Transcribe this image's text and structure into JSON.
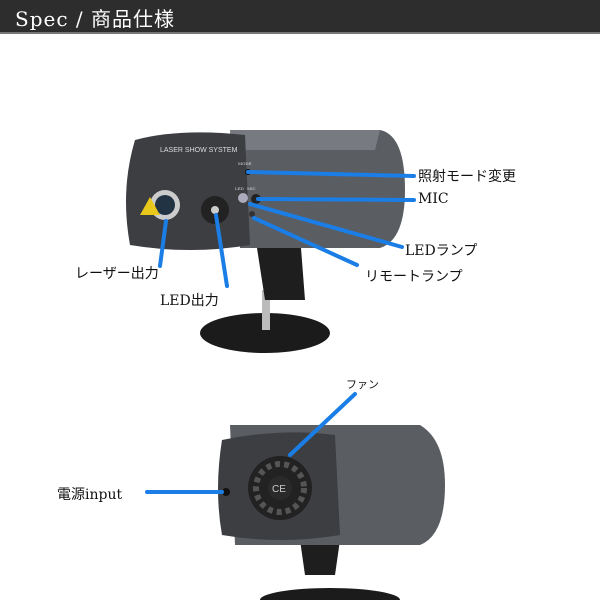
{
  "header": {
    "title": "Spec / 商品仕様"
  },
  "colors": {
    "header_bg": "#2d2d2d",
    "callout_line": "#1a7ee6",
    "device_body": "#4a4d52"
  },
  "device_top": {
    "panel_text": "LASER SHOW SYSTEM",
    "port_labels": [
      "MODE",
      "LED",
      "MIC"
    ],
    "callouts": [
      {
        "label": "照射モード変更"
      },
      {
        "label": "MIC"
      },
      {
        "label": "LEDランプ"
      },
      {
        "label": "リモートランプ"
      },
      {
        "label": "レーザー出力"
      },
      {
        "label": "LED出力"
      }
    ]
  },
  "device_bottom": {
    "fan_mark": "CE",
    "callouts": [
      {
        "label": "ファン"
      },
      {
        "label": "電源input"
      }
    ]
  }
}
